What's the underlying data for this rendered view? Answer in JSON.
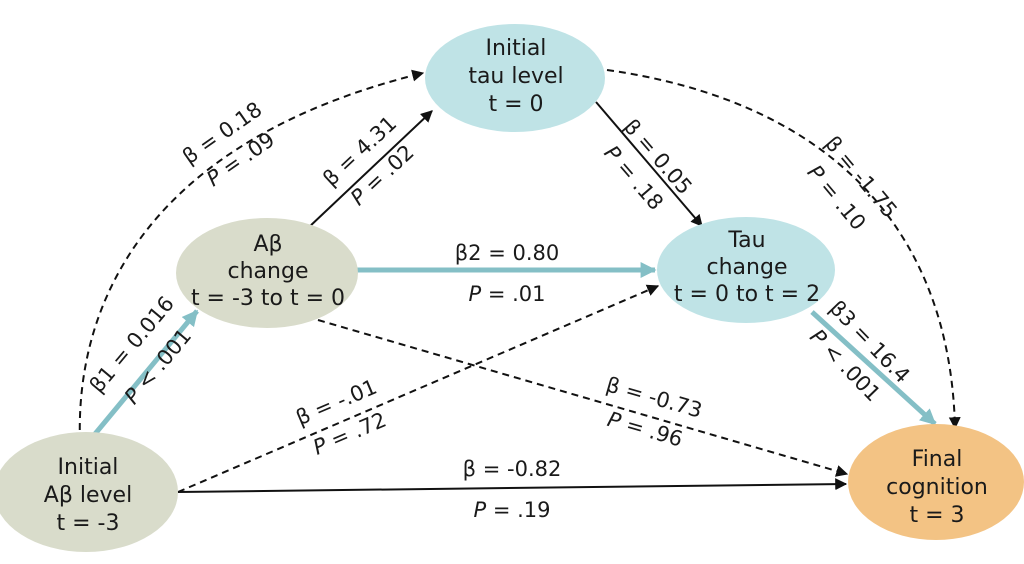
{
  "colors": {
    "abeta_node": "#d9dccb",
    "tau_node": "#bfe3e6",
    "cognition_node": "#f3c384",
    "highlight_arrow": "#84bfc6",
    "solid_arrow": "#111111",
    "dashed_arrow": "#111111"
  },
  "nodes": {
    "initial_abeta": {
      "lines": [
        "Initial",
        "Aβ level",
        "t = -3"
      ]
    },
    "abeta_change": {
      "lines": [
        "Aβ",
        "change",
        "t = -3 to t = 0"
      ]
    },
    "initial_tau": {
      "lines": [
        "Initial",
        "tau level",
        "t = 0"
      ]
    },
    "tau_change": {
      "lines": [
        "Tau",
        "change",
        "t = 0 to t = 2"
      ]
    },
    "final_cognition": {
      "lines": [
        "Final",
        "cognition",
        "t = 3"
      ]
    }
  },
  "paths": {
    "abeta_level_to_abeta_change": {
      "beta": "β1 = 0.016",
      "p_prefix": "P",
      "p_value": " < .001",
      "style": "highlight"
    },
    "abeta_level_to_tau_level": {
      "beta": "β = 0.18",
      "p_prefix": "P",
      "p_value": " = .09",
      "style": "dashed"
    },
    "abeta_change_to_tau_level": {
      "beta": "β = 4.31",
      "p_prefix": "P",
      "p_value": " = .02",
      "style": "solid"
    },
    "abeta_change_to_tau_change": {
      "beta": "β2 = 0.80",
      "p_prefix": "P",
      "p_value": " = .01",
      "style": "highlight"
    },
    "tau_level_to_tau_change": {
      "beta": "β = 0.05",
      "p_prefix": "P",
      "p_value": " = .18",
      "style": "solid"
    },
    "tau_level_to_cognition": {
      "beta": "β = -1.75",
      "p_prefix": "P",
      "p_value": " = .10",
      "style": "dashed"
    },
    "tau_change_to_cognition": {
      "beta": "β3 = 16.4",
      "p_prefix": "P",
      "p_value": " < .001",
      "style": "highlight"
    },
    "abeta_level_to_tau_change": {
      "beta": "β = -.01",
      "p_prefix": "P",
      "p_value": " = .72",
      "style": "dashed"
    },
    "abeta_change_to_cognition": {
      "beta": "β = -0.73",
      "p_prefix": "P",
      "p_value": " = .96",
      "style": "dashed"
    },
    "abeta_level_to_cognition": {
      "beta": "β = -0.82",
      "p_prefix": "P",
      "p_value": " = .19",
      "style": "solid"
    }
  }
}
